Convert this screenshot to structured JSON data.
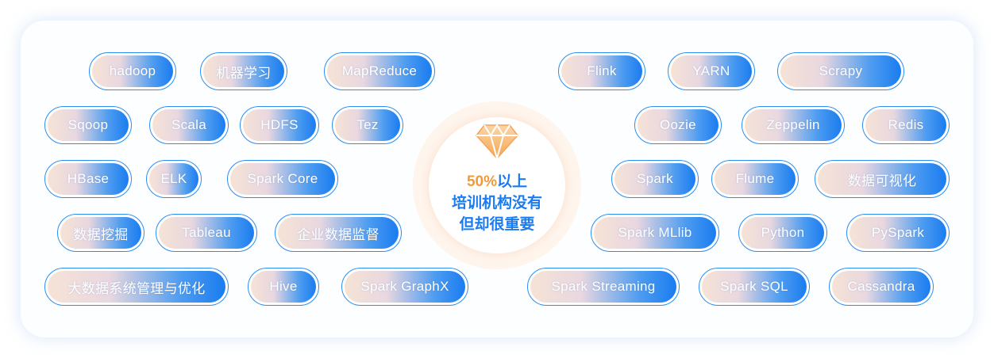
{
  "center": {
    "highlight": "50%",
    "line1_rest": "以上",
    "line2": "培训机构没有",
    "line3": "但却很重要"
  },
  "left_tags": [
    "hadoop",
    "机器学习",
    "MapReduce",
    "Sqoop",
    "Scala",
    "HDFS",
    "Tez",
    "HBase",
    "ELK",
    "Spark Core",
    "数据挖掘",
    "Tableau",
    "企业数据监督",
    "大数据系统管理与优化",
    "Hive",
    "Spark GraphX"
  ],
  "right_tags": [
    "Flink",
    "YARN",
    "Scrapy",
    "Oozie",
    "Zeppelin",
    "Redis",
    "Spark",
    "Flume",
    "数据可视化",
    "Spark MLlib",
    "Python",
    "PySpark",
    "Spark Streaming",
    "Spark SQL",
    "Cassandra"
  ],
  "colors": {
    "accent": "#1a7cf0",
    "highlight": "#f29a38",
    "gradient_start": "#f6e3d6"
  },
  "icons": {
    "center": "diamond-icon"
  }
}
